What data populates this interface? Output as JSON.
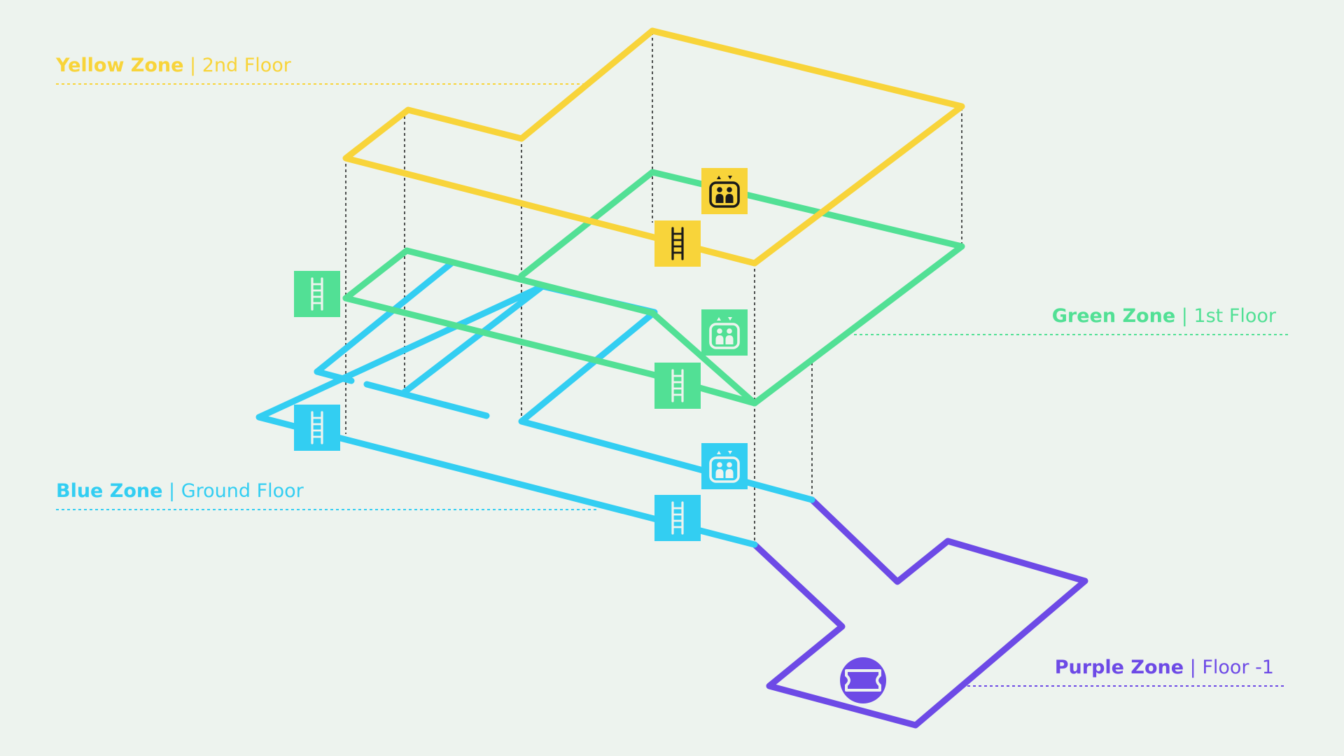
{
  "colors": {
    "background": "#edf3ee",
    "yellow": "#f8d43a",
    "green": "#52e095",
    "blue": "#33cef2",
    "purple": "#6d4ae6",
    "guide": "#1a1a1a"
  },
  "zones": {
    "yellow": {
      "name": "Yellow Zone",
      "separator": " | ",
      "floor": "2nd Floor"
    },
    "green": {
      "name": "Green Zone",
      "separator": " | ",
      "floor": "1st Floor"
    },
    "blue": {
      "name": "Blue Zone",
      "separator": " | ",
      "floor": "Ground Floor"
    },
    "purple": {
      "name": "Purple Zone",
      "separator": " | ",
      "floor": "Floor -1"
    }
  },
  "icons": {
    "yellow": [
      "elevator-icon",
      "stairs-icon"
    ],
    "green": [
      "stairs-icon",
      "elevator-icon",
      "stairs-icon"
    ],
    "blue": [
      "stairs-icon",
      "elevator-icon",
      "stairs-icon"
    ],
    "purple": [
      "ticket-icon"
    ]
  }
}
